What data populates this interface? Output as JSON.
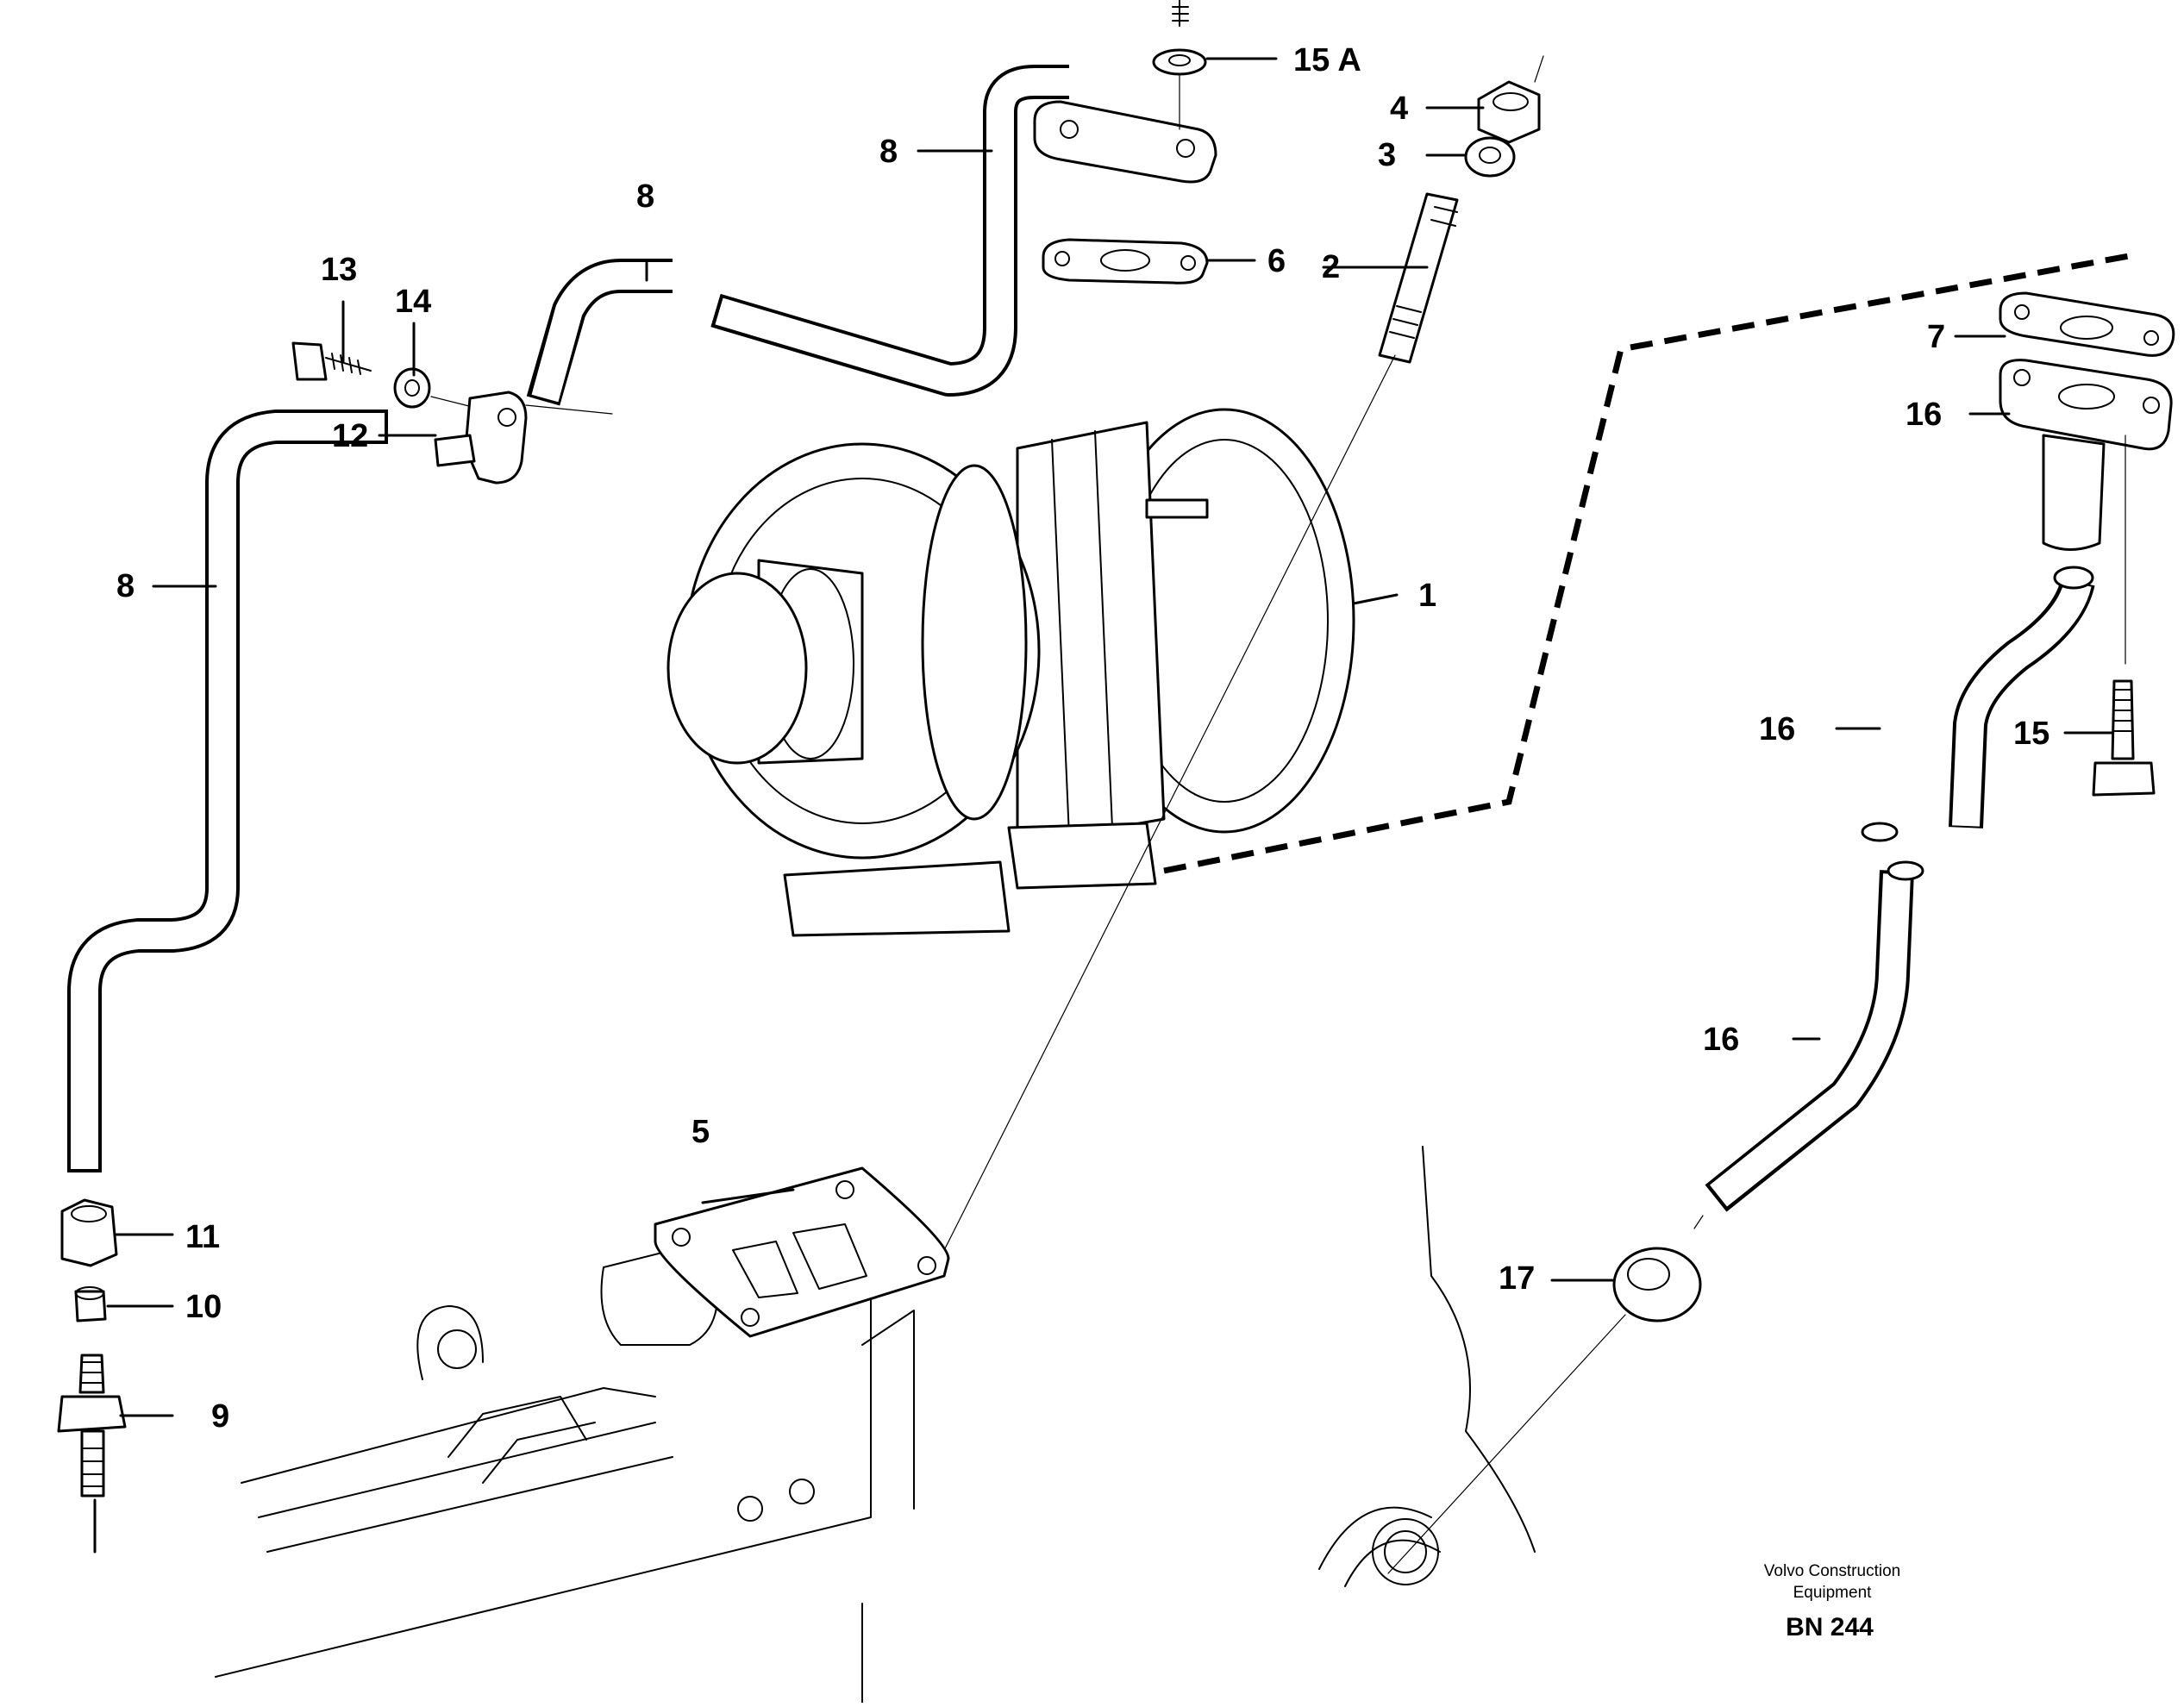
{
  "callouts": {
    "c1": "1",
    "c2": "2",
    "c3": "3",
    "c4": "4",
    "c5": "5",
    "c6": "6",
    "c7": "7",
    "c8a": "8",
    "c8b": "8",
    "c8c": "8",
    "c9": "9",
    "c10": "10",
    "c11": "11",
    "c12": "12",
    "c13": "13",
    "c14": "14",
    "c15": "15",
    "c15a": "15 A",
    "c16a": "16",
    "c16b": "16",
    "c16c": "16",
    "c17": "17"
  },
  "footer": {
    "credit_line1": "Volvo Construction",
    "credit_line2": "Equipment",
    "drawing_code": "BN 244"
  }
}
